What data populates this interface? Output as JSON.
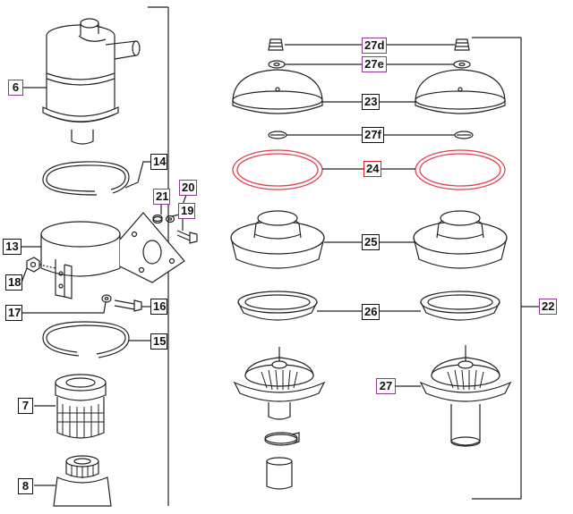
{
  "diagram": {
    "callouts": {
      "c6": "6",
      "c14": "14",
      "c21": "21",
      "c20": "20",
      "c19": "19",
      "c13": "13",
      "c18": "18",
      "c17": "17",
      "c16": "16",
      "c15": "15",
      "c7": "7",
      "c8": "8",
      "c27d": "27d",
      "c27e": "27e",
      "c23": "23",
      "c27f": "27f",
      "c24": "24",
      "c25": "25",
      "c26": "26",
      "c27": "27",
      "c22": "22"
    },
    "colors": {
      "line": "#222222",
      "callout_border_black": "#111111",
      "callout_border_purple": "#8a3a8f",
      "callout_border_red": "#d11f2b",
      "highlight_part": "#e0404c"
    }
  }
}
